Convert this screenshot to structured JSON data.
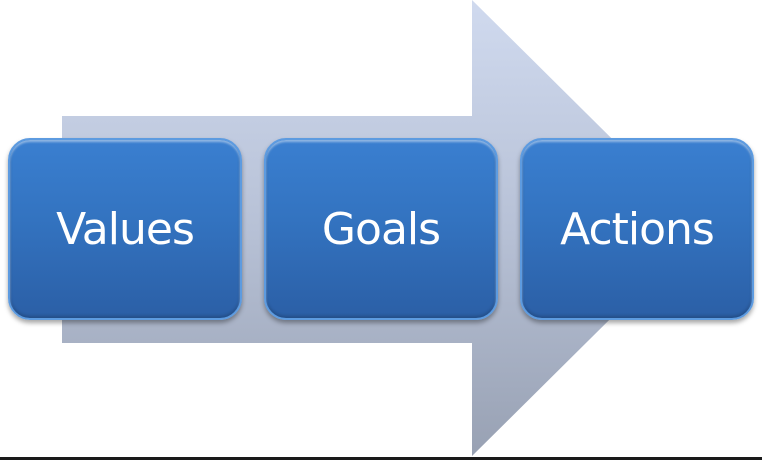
{
  "steps": [
    {
      "label": "Values"
    },
    {
      "label": "Goals"
    },
    {
      "label": "Actions"
    }
  ],
  "colors": {
    "box": "#3373c0",
    "arrow": "#b8c3d9"
  }
}
